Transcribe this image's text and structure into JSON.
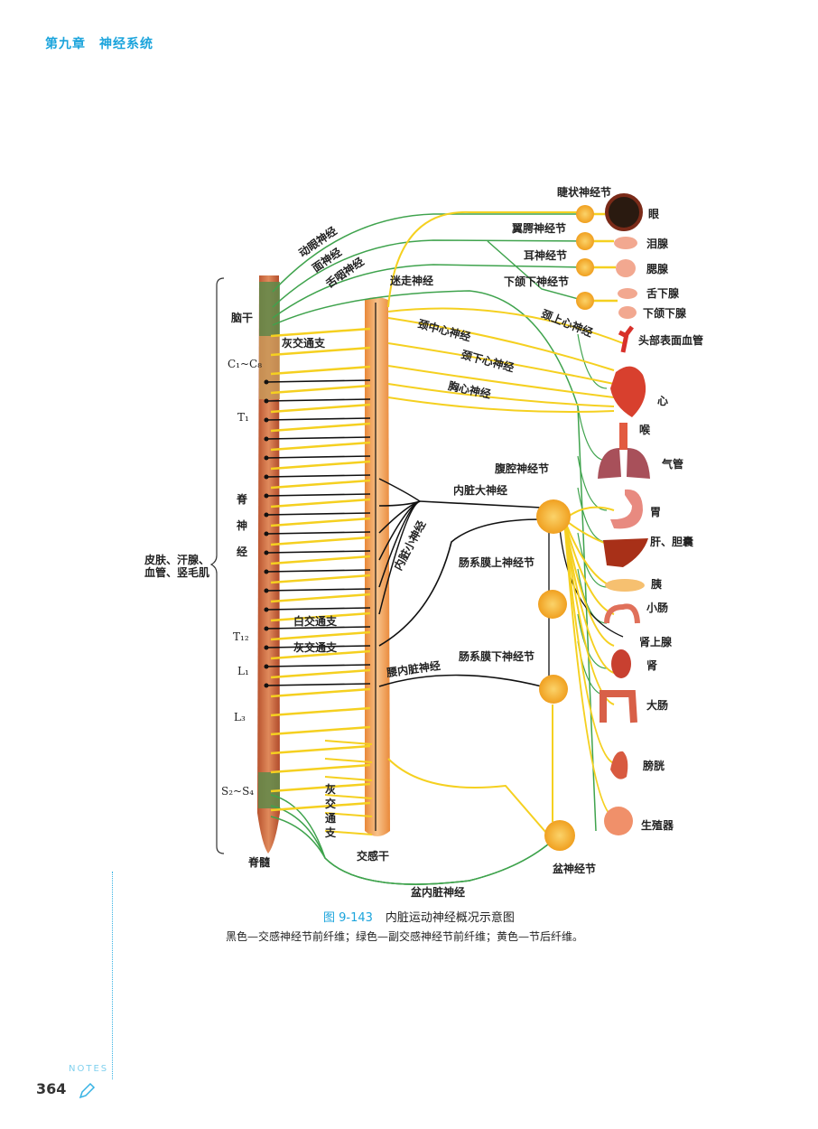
{
  "header": {
    "chapter": "第九章　神经系统"
  },
  "labels": {
    "ciliary_ganglion": "睫状神经节",
    "eye": "眼",
    "pterygopalatine_ganglion": "翼腭神经节",
    "lacrimal_gland": "泪腺",
    "otic_ganglion": "耳神经节",
    "parotid_gland": "腮腺",
    "submandibular_ganglion": "下颌下神经节",
    "sublingual_gland": "舌下腺",
    "submandibular_gland": "下颌下腺",
    "superior_cardiac_nerve": "颈上心神经",
    "head_vessels": "头部表面血管",
    "oculomotor_nerve": "动眼神经",
    "facial_nerve": "面神经",
    "glossopharyngeal_nerve": "舌咽神经",
    "vagus_nerve": "迷走神经",
    "brainstem": "脑干",
    "gray_ramus_top": "灰交通支",
    "c1_c8": "C₁~C₈",
    "middle_cardiac_nerve": "颈中心神经",
    "inferior_cardiac_nerve": "颈下心神经",
    "thoracic_cardiac_nerve": "胸心神经",
    "heart": "心",
    "larynx": "喉",
    "trachea": "气管",
    "t1": "T₁",
    "celiac_ganglion": "腹腔神经节",
    "greater_splanchnic": "内脏大神经",
    "stomach": "胃",
    "spinal_1": "脊",
    "spinal_2": "神",
    "spinal_3": "经",
    "liver": "肝、胆囊",
    "skin_1": "皮肤、汗腺、",
    "skin_2": "血管、竖毛肌",
    "lesser_splanchnic": "内脏小神经",
    "sup_mesenteric_ganglion": "肠系膜上神经节",
    "pancreas": "胰",
    "small_intestine": "小肠",
    "white_ramus": "白交通支",
    "t12": "T₁₂",
    "adrenal": "肾上腺",
    "gray_ramus_mid": "灰交通支",
    "inf_mesenteric_ganglion": "肠系膜下神经节",
    "lumbar_splanchnic": "腰内脏神经",
    "kidney": "肾",
    "l1": "L₁",
    "large_intestine": "大肠",
    "l3": "L₃",
    "bladder": "膀胱",
    "s2_s4": "S₂~S₄",
    "gray_ramus_vertical": "灰交通支",
    "genitals": "生殖器",
    "spinal_cord": "脊髓",
    "sympathetic_trunk": "交感干",
    "pelvic_ganglion": "盆神经节",
    "pelvic_splanchnic": "盆内脏神经"
  },
  "caption": {
    "figure_number": "图 9-143",
    "title": "内脏运动神经概况示意图",
    "note": "黑色—交感神经节前纤维；绿色—副交感神经节前纤维；黄色—节后纤维。"
  },
  "footer": {
    "notes_label": "NOTES",
    "page_number": "364"
  },
  "colors": {
    "accent": "#1ba4dc",
    "sympathetic_pre": "#111111",
    "parasympathetic_pre": "#3fa34d",
    "postganglionic": "#f5d020",
    "ganglion": "#f4a92a"
  }
}
